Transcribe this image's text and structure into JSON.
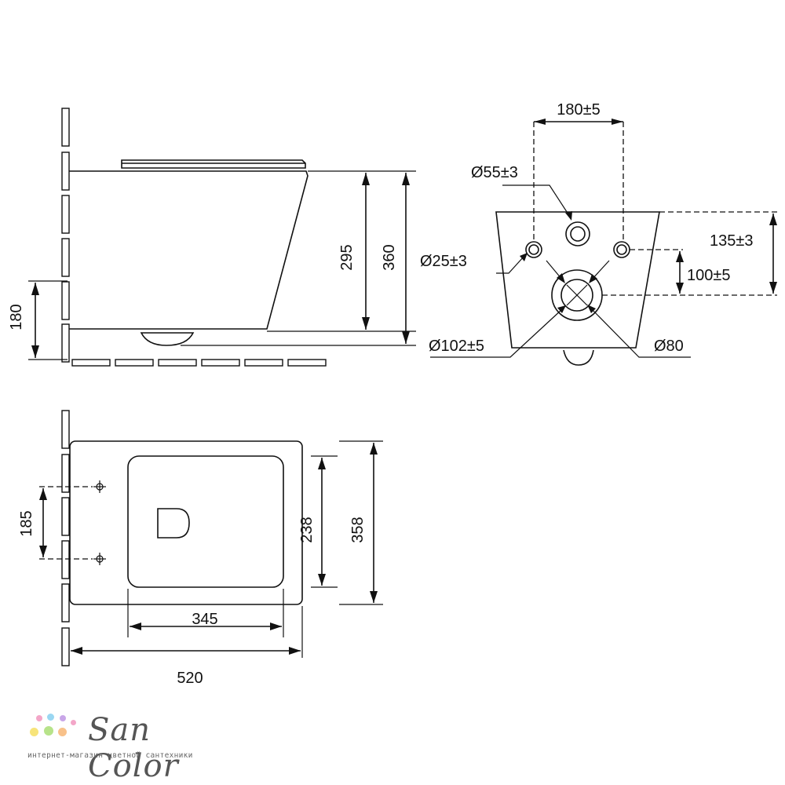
{
  "side_view": {
    "dim_height_total": "360",
    "dim_height_bowl": "295",
    "dim_inlet_height": "180"
  },
  "rear_view": {
    "dim_stud_spacing": "180±5",
    "dim_inlet_diameter": "Ø55±3",
    "dim_stud_diameter": "Ø25±3",
    "dim_inlet_above_outlet": "135±3",
    "dim_stud_above_outlet": "100±5",
    "dim_outlet_outer": "Ø102±5",
    "dim_outlet_inner": "Ø80"
  },
  "top_view": {
    "dim_stud_distance": "185",
    "dim_bowl_width": "238",
    "dim_total_width": "358",
    "dim_bowl_length": "345",
    "dim_total_length": "520"
  },
  "brand": {
    "name": "San Color",
    "tagline": "интернет-магазин цветной сантехники",
    "dot_colors": [
      "#f3a6c8",
      "#9ad7f2",
      "#f7e47a",
      "#b7e38a",
      "#c9a6e8",
      "#f8c18a"
    ]
  }
}
